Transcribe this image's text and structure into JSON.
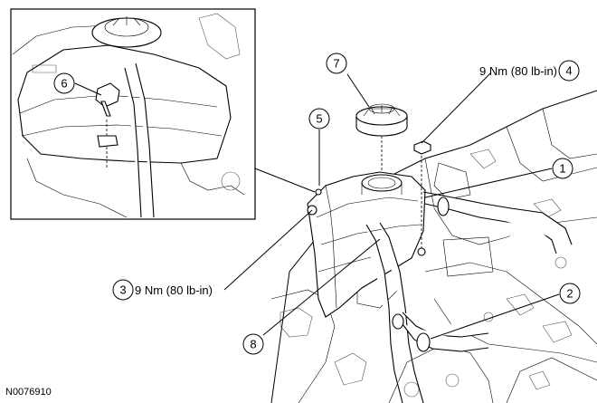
{
  "figure_code": "N0076910",
  "callouts": [
    {
      "id": "1",
      "number": "1",
      "label": ""
    },
    {
      "id": "2",
      "number": "2",
      "label": ""
    },
    {
      "id": "3",
      "number": "3",
      "label": "9 Nm (80 lb-in)"
    },
    {
      "id": "4",
      "number": "4",
      "label": "9 Nm (80 lb-in)"
    },
    {
      "id": "5",
      "number": "5",
      "label": ""
    },
    {
      "id": "6",
      "number": "6",
      "label": ""
    },
    {
      "id": "7",
      "number": "7",
      "label": ""
    },
    {
      "id": "8",
      "number": "8",
      "label": ""
    }
  ]
}
